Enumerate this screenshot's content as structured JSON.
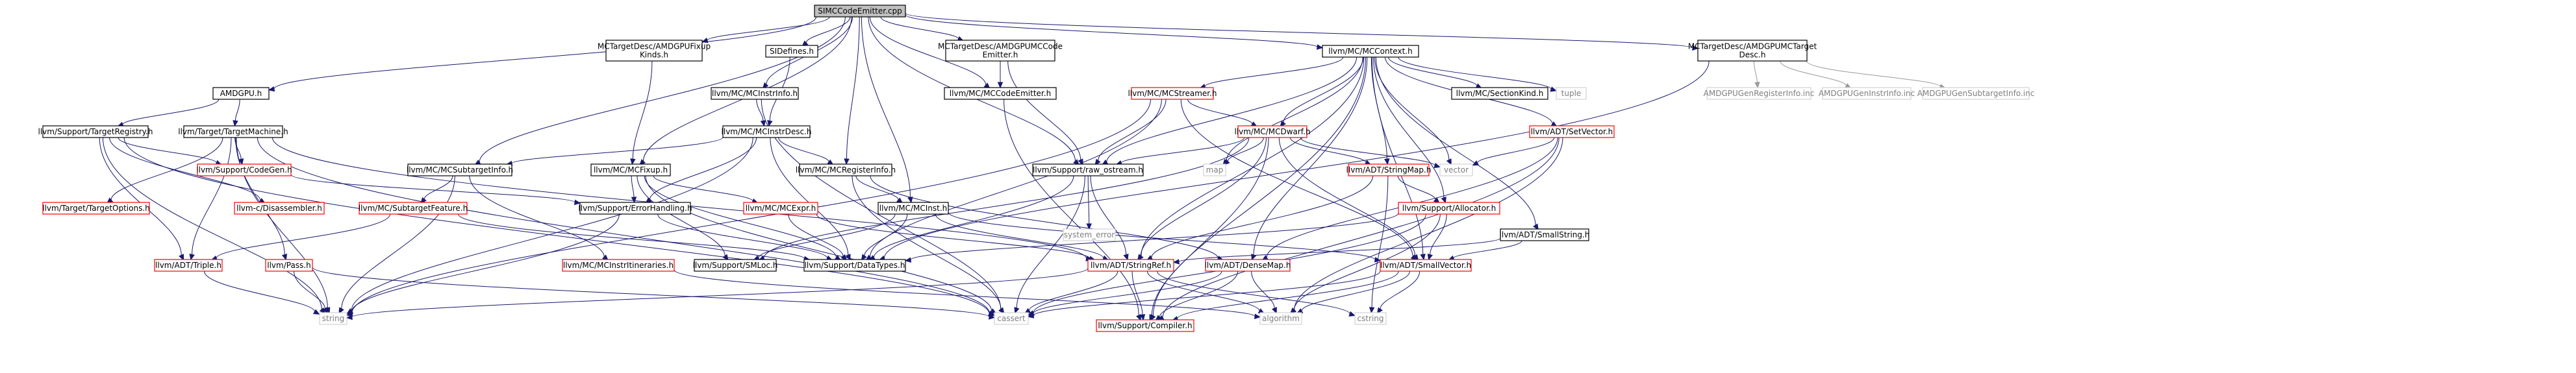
{
  "graph": {
    "nodes": {
      "root": {
        "label": "SIMCCodeEmitter.cpp",
        "kind": "root"
      },
      "amdgpu": {
        "label": "AMDGPU.h",
        "kind": "normal"
      },
      "fixupkinds": {
        "label": [
          "MCTargetDesc/AMDGPUFixup",
          "Kinds.h"
        ],
        "kind": "normal"
      },
      "sidefines": {
        "label": "SIDefines.h",
        "kind": "normal"
      },
      "amdgpuce": {
        "label": [
          "MCTargetDesc/AMDGPUMCCode",
          "Emitter.h"
        ],
        "kind": "normal"
      },
      "mccontext": {
        "label": "llvm/MC/MCContext.h",
        "kind": "normal"
      },
      "targetdesc": {
        "label": [
          "MCTargetDesc/AMDGPUMCTarget",
          "Desc.h"
        ],
        "kind": "normal"
      },
      "targetregistry": {
        "label": "llvm/Support/TargetRegistry.h",
        "kind": "normal"
      },
      "targetmachine": {
        "label": "llvm/Target/TargetMachine.h",
        "kind": "normal"
      },
      "mcinstrinfo": {
        "label": "llvm/MC/MCInstrInfo.h",
        "kind": "normal"
      },
      "mccodeemitter": {
        "label": "llvm/MC/MCCodeEmitter.h",
        "kind": "normal"
      },
      "mcstreamer": {
        "label": "llvm/MC/MCStreamer.h",
        "kind": "missing"
      },
      "mcdwarf": {
        "label": "llvm/MC/MCDwarf.h",
        "kind": "missing"
      },
      "mcsectionkind": {
        "label": "llvm/MC/SectionKind.h",
        "kind": "normal"
      },
      "tuple": {
        "label": "tuple",
        "kind": "external"
      },
      "setvector": {
        "label": "llvm/ADT/SetVector.h",
        "kind": "missing"
      },
      "reginfoinc": {
        "label": "AMDGPUGenRegisterInfo.inc",
        "kind": "external"
      },
      "instrinfoinc": {
        "label": "AMDGPUGenInstrInfo.inc",
        "kind": "external"
      },
      "subtargetinc": {
        "label": "AMDGPUGenSubtargetInfo.inc",
        "kind": "external"
      },
      "codegen": {
        "label": "llvm/Support/CodeGen.h",
        "kind": "missing"
      },
      "mcinstrdesc": {
        "label": "llvm/MC/MCInstrDesc.h",
        "kind": "normal"
      },
      "mcsubtargetinfo": {
        "label": "llvm/MC/MCSubtargetInfo.h",
        "kind": "normal"
      },
      "mcfixup": {
        "label": "llvm/MC/MCFixup.h",
        "kind": "normal"
      },
      "mcregisterinfo": {
        "label": "llvm/MC/MCRegisterInfo.h",
        "kind": "normal"
      },
      "rawostream": {
        "label": "llvm/Support/raw_ostream.h",
        "kind": "normal"
      },
      "map": {
        "label": "map",
        "kind": "external"
      },
      "stringmap": {
        "label": "llvm/ADT/StringMap.h",
        "kind": "missing"
      },
      "vector": {
        "label": "vector",
        "kind": "external"
      },
      "targetoptions": {
        "label": "llvm/Target/TargetOptions.h",
        "kind": "missing"
      },
      "disassembler": {
        "label": "llvm-c/Disassembler.h",
        "kind": "missing"
      },
      "subtargetfeature": {
        "label": "llvm/MC/SubtargetFeature.h",
        "kind": "missing"
      },
      "errorhandling": {
        "label": "llvm/Support/ErrorHandling.h",
        "kind": "normal"
      },
      "mcexpr": {
        "label": "llvm/MC/MCExpr.h",
        "kind": "missing"
      },
      "mcinst": {
        "label": "llvm/MC/MCInst.h",
        "kind": "normal"
      },
      "systemerror": {
        "label": "system_error",
        "kind": "external"
      },
      "allocator": {
        "label": "llvm/Support/Allocator.h",
        "kind": "missing"
      },
      "smallstring": {
        "label": "llvm/ADT/SmallString.h",
        "kind": "normal"
      },
      "triple": {
        "label": "llvm/ADT/Triple.h",
        "kind": "missing"
      },
      "pass": {
        "label": "llvm/Pass.h",
        "kind": "missing"
      },
      "mcinstritin": {
        "label": "llvm/MC/MCInstrItineraries.h",
        "kind": "missing"
      },
      "smloc": {
        "label": "llvm/Support/SMLoc.h",
        "kind": "normal"
      },
      "datatypes": {
        "label": "llvm/Support/DataTypes.h",
        "kind": "normal"
      },
      "stringref": {
        "label": "llvm/ADT/StringRef.h",
        "kind": "missing"
      },
      "densemap": {
        "label": "llvm/ADT/DenseMap.h",
        "kind": "missing"
      },
      "smallvector": {
        "label": "llvm/ADT/SmallVector.h",
        "kind": "missing"
      },
      "string": {
        "label": "string",
        "kind": "external"
      },
      "cassert": {
        "label": "cassert",
        "kind": "external"
      },
      "compiler": {
        "label": "llvm/Support/Compiler.h",
        "kind": "missing"
      },
      "algorithm": {
        "label": "algorithm",
        "kind": "external"
      },
      "cstring": {
        "label": "cstring",
        "kind": "external"
      }
    }
  }
}
